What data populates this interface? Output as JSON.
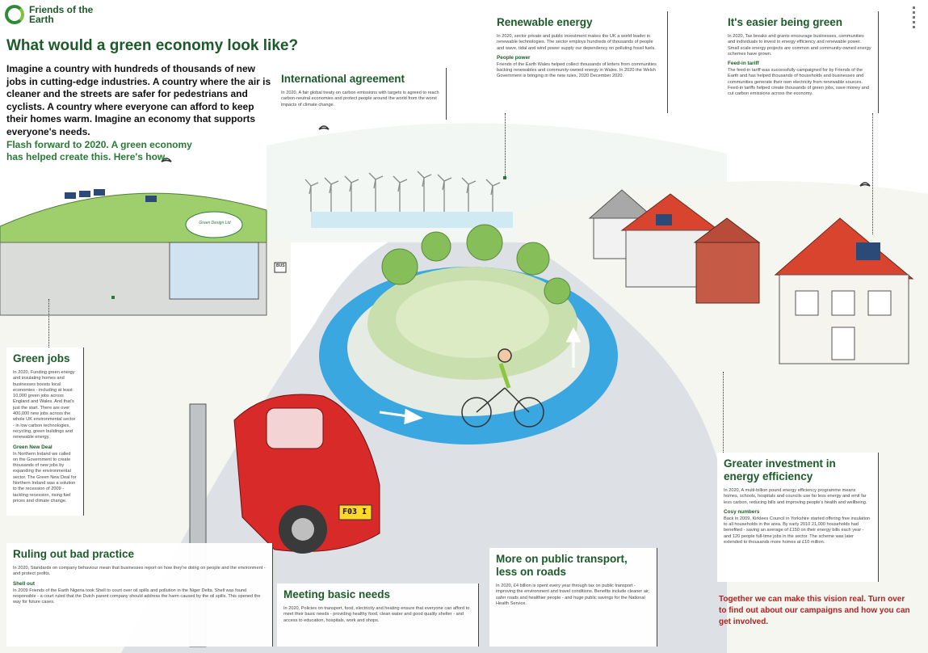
{
  "brand": {
    "name": "Friends of the Earth"
  },
  "headline": "What would a green economy look like?",
  "intro": "Imagine a country with hundreds of thousands of new jobs in cutting-edge industries. A country where the air is cleaner and the streets are safer for pedestrians and cyclists. A country where everyone can afford to keep their homes warm. Imagine an economy that supports everyone's needs.",
  "flash": "Flash forward to 2020. A green economy has helped create this. Here's how.",
  "panels": {
    "renewable": {
      "title": "Renewable energy",
      "body": "In 2020, sector private and public investment makes the UK a world leader in renewable technologies. The sector employs hundreds of thousands of people and wave, tidal and wind power supply our dependency on polluting fossil fuels.",
      "sub_title": "People power",
      "sub_body": "Friends of the Earth Wales helped collect thousands of letters from communities backing renewables and community-owned energy in Wales. In 2020 the Welsh Government is bringing in the new rules, 2020 December 2020."
    },
    "easier": {
      "title": "It's easier being green",
      "body": "In 2020, Tax breaks and grants encourage businesses, communities and individuals to invest in energy efficiency and renewable power. Small scale energy projects are common and community-owned energy schemes have grown.",
      "sub_title": "Feed-in tariff",
      "sub_body": "The feed-in tariff was successfully campaigned for by Friends of the Earth and has helped thousands of households and businesses and communities generate their own electricity from renewable sources. Feed-in tariffs helped create thousands of green jobs, save money and cut carbon emissions across the economy."
    },
    "international": {
      "title": "International agreement",
      "body": "In 2020, A fair global treaty on carbon emissions with targets is agreed to reach carbon-neutral economies and protect people around the world from the worst impacts of climate change."
    },
    "green_jobs": {
      "title": "Green jobs",
      "body": "In 2020, Funding green energy and insulating homes and businesses boosts local economies - including at least 10,000 green jobs across England and Wales. And that's just the start. There are over 400,000 new jobs across the whole UK environmental sector - in low carbon technologies, recycling, green buildings and renewable energy.",
      "sub_title": "Green New Deal",
      "sub_body": "In Northern Ireland we called on the Government to create thousands of new jobs by expanding the environmental sector. The Green New Deal for Northern Ireland was a solution to the recession of 2009 - tackling recession, rising fuel prices and climate change."
    },
    "greater": {
      "title": "Greater investment in energy efficiency",
      "body": "In 2020, A multi-billion pound energy efficiency programme means homes, schools, hospitals and councils use far less energy and emit far less carbon, reducing bills and improving people's health and wellbeing.",
      "sub_title": "Cosy numbers",
      "sub_body": "Back in 2009, Kirklees Council in Yorkshire started offering free insulation to all households in the area. By early 2010 21,000 households had benefited - saving an average of £150 on their energy bills each year - and 120 people full-time jobs in the sector. The scheme was later extended to thousands more homes at £10 million."
    },
    "ruling": {
      "title": "Ruling out bad practice",
      "body": "In 2020, Standards on company behaviour mean that businesses report on how they're doing on people and the environment - and protect profits.",
      "sub_title": "Shell out",
      "sub_body": "In 2009 Friends of the Earth Nigeria took Shell to court over oil spills and pollution in the Niger Delta. Shell was found responsible - a court ruled that the Dutch parent company should address the harm caused by the oil spills. This opened the way for future cases."
    },
    "basic": {
      "title": "Meeting basic needs",
      "body": "In 2020, Policies on transport, food, electricity and heating ensure that everyone can afford to meet their basic needs - providing healthy food, clean water and good quality shelter - and access to education, hospitals, work and shops."
    },
    "transport": {
      "title": "More on public transport, less on roads",
      "body": "In 2020, £4 billion is spent every year through tax on public transport - improving the environment and travel conditions. Benefits include cleaner air, safer roads and healthier people - and huge public savings for the National Health Service."
    }
  },
  "closing": "Together we can make this vision real. Turn over to find out about our campaigns and how you can get involved.",
  "scene": {
    "bus_stop_label": "BUS",
    "plate": "F03 I",
    "building_sign": "Green Design Ltd"
  }
}
